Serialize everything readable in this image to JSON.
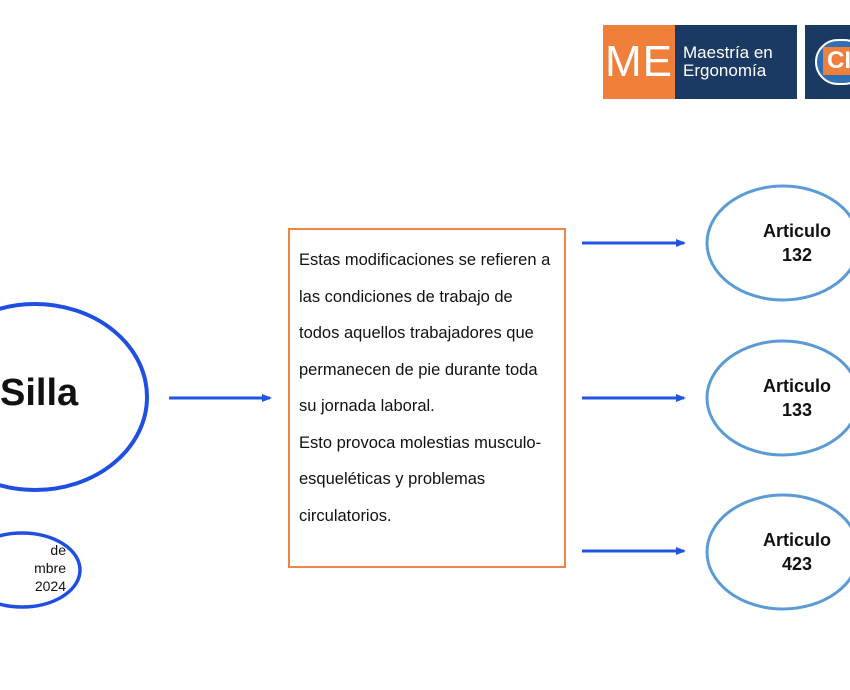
{
  "header": {
    "logo_me_mark": "ME",
    "logo_me_line1": "Maestría en",
    "logo_me_line2": "Ergonomía",
    "logo_ci_mark": "CI"
  },
  "diagram": {
    "main_node": "Silla",
    "date_lines": [
      "de",
      "mbre",
      "2024"
    ],
    "center_box": {
      "paragraph1": "Estas modificaciones se refieren a las condiciones de trabajo de todos aquellos trabajadores que permanecen de pie durante toda su jornada laboral.",
      "paragraph2": "Esto provoca molestias musculo-esqueléticas y problemas circulatorios."
    },
    "articles": [
      {
        "word": "Articulo",
        "number": "132"
      },
      {
        "word": "Articulo",
        "number": "133"
      },
      {
        "word": "Articulo",
        "number": "423"
      }
    ]
  },
  "colors": {
    "main_ellipse": "#1f4fe0",
    "article_ellipse": "#5b9bd5",
    "arrow": "#1f55e0",
    "box_border": "#ee8540",
    "logo_orange": "#f07f3c",
    "logo_navy": "#1b3a63"
  }
}
